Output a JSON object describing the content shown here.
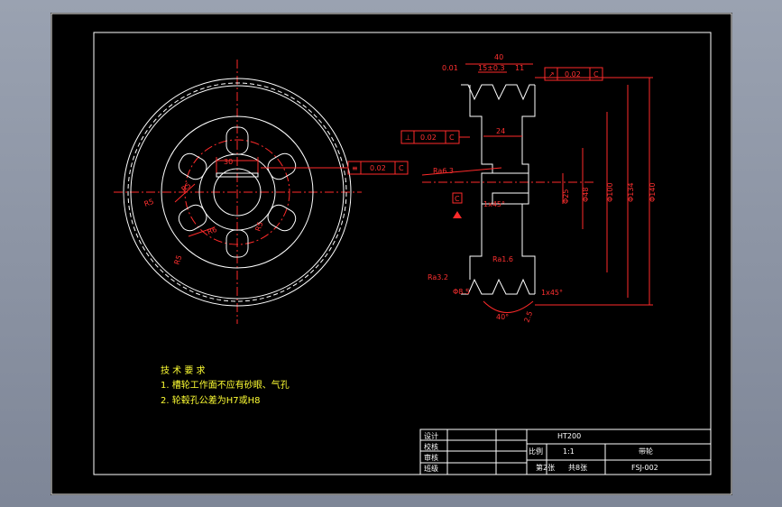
{
  "front_view_labels": {
    "hub": "30",
    "r1": "R5",
    "r2": "R5",
    "r3": "R6",
    "r4": "R5",
    "r5": "R5"
  },
  "hub_tolerance": {
    "symbol": "≡",
    "value": "0.02",
    "datum": "C"
  },
  "section_view": {
    "dim_width": "40",
    "dim_pitch": "15±0.3",
    "dim_edge": "11",
    "dim_flatness": "0.01",
    "runout_tolerance": {
      "symbol": "↗",
      "value": "0.02",
      "datum": "C"
    },
    "perp_tolerance": {
      "symbol": "⊥",
      "value": "0.02",
      "datum": "C"
    },
    "dim_hub_len": "24",
    "roughness_bore": "Ra6.3",
    "chamfer_top": "1x45°",
    "datum_label": "C",
    "dia_25": "Φ25",
    "dia_48": "Φ48",
    "dia_100": "Φ100",
    "dia_134": "Φ134",
    "dia_140": "Φ140",
    "roughness_web": "Ra1.6",
    "roughness_groove": "Ra3.2",
    "groove_depth": "Φ8.5",
    "groove_angle": "40°",
    "groove_top": "2.5",
    "chamfer_bottom": "1x45°"
  },
  "tech_requirements": {
    "heading": "技 术 要 求",
    "item1": "1. 槽轮工作面不应有砂眼、气孔",
    "item2": "2. 轮毂孔公差为H7或H8"
  },
  "title_block": {
    "labels": [
      "设计",
      "校核",
      "审核",
      "班级"
    ],
    "material": "HT200",
    "scale_label": "比例",
    "scale_value": "1:1",
    "part_name": "带轮",
    "sheet": "第2张",
    "total": "共8张",
    "drawing_no": "FSJ-002"
  }
}
